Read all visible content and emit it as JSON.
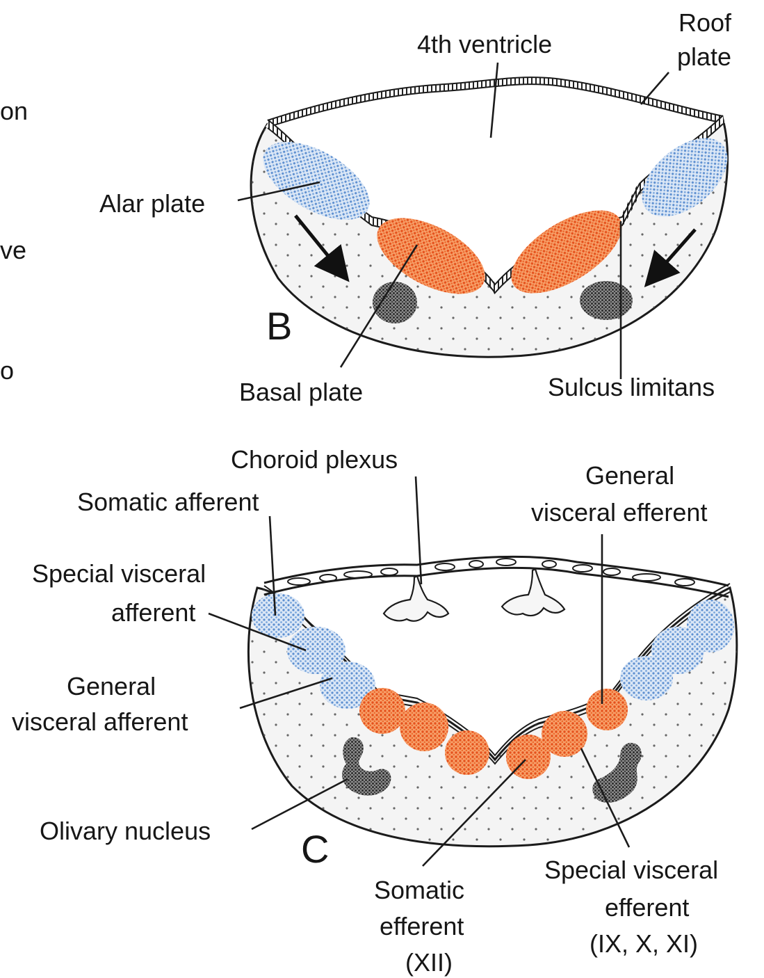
{
  "margin_fragments": [
    "on",
    "ve",
    "o"
  ],
  "panel_b": {
    "letter": "B",
    "labels": {
      "fourth_ventricle": "4th ventricle",
      "roof_plate_1": "Roof",
      "roof_plate_2": "plate",
      "alar_plate": "Alar plate",
      "basal_plate": "Basal plate",
      "sulcus_limitans": "Sulcus limitans"
    }
  },
  "panel_c": {
    "letter": "C",
    "labels": {
      "choroid_plexus": "Choroid plexus",
      "somatic_afferent": "Somatic afferent",
      "general_visceral_efferent_1": "General",
      "general_visceral_efferent_2": "visceral efferent",
      "special_visceral_afferent_1": "Special visceral",
      "special_visceral_afferent_2": "afferent",
      "general_visceral_afferent_1": "General",
      "general_visceral_afferent_2": "visceral afferent",
      "olivary_nucleus": "Olivary nucleus",
      "somatic_efferent_1": "Somatic",
      "somatic_efferent_2": "efferent",
      "somatic_efferent_3": "(XII)",
      "special_visceral_efferent_1": "Special visceral",
      "special_visceral_efferent_2": "efferent",
      "special_visceral_efferent_3": "(IX, X, XI)"
    }
  },
  "colors": {
    "sensory_alar": "#6f9fd8",
    "motor_basal": "#ef6a2a",
    "olivary": "#3a3a3a",
    "tissue": "#f4f4f4"
  }
}
